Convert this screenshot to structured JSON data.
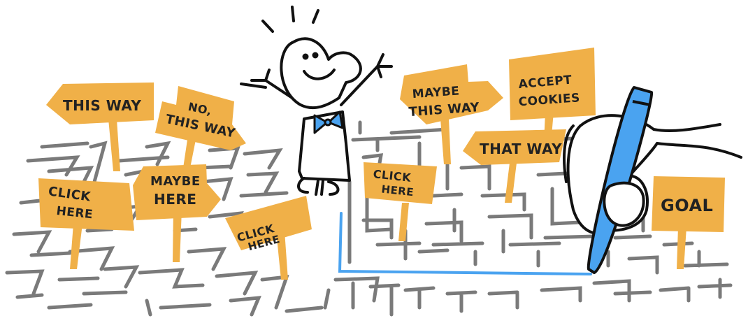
{
  "illustration": {
    "description": "Cartoon of a cheerful figure standing in a maze full of confusing signs, while a hand with a blue pen draws a direct path to the goal",
    "colors": {
      "sign": "#F0B048",
      "maze": "#7a7a7a",
      "pen": "#4aa3f0",
      "path": "#4aa3f0",
      "ink": "#111111",
      "background": "#ffffff"
    },
    "signs": [
      {
        "id": "this-way",
        "lines": [
          "THIS WAY"
        ]
      },
      {
        "id": "no-this-way",
        "lines": [
          "NO,",
          "THIS WAY"
        ]
      },
      {
        "id": "click-here-left",
        "lines": [
          "CLICK",
          "HERE"
        ]
      },
      {
        "id": "maybe-here",
        "lines": [
          "MAYBE",
          "HERE"
        ]
      },
      {
        "id": "click-here-bottom",
        "lines": [
          "CLICK",
          "HERE"
        ]
      },
      {
        "id": "click-here-center",
        "lines": [
          "CLICK",
          "HERE"
        ]
      },
      {
        "id": "maybe-this-way",
        "lines": [
          "MAYBE",
          "THIS WAY"
        ]
      },
      {
        "id": "accept-cookies",
        "lines": [
          "ACCEPT",
          "COOKIES"
        ]
      },
      {
        "id": "that-way",
        "lines": [
          "THAT WAY"
        ]
      },
      {
        "id": "goal",
        "lines": [
          "GOAL"
        ]
      }
    ]
  }
}
